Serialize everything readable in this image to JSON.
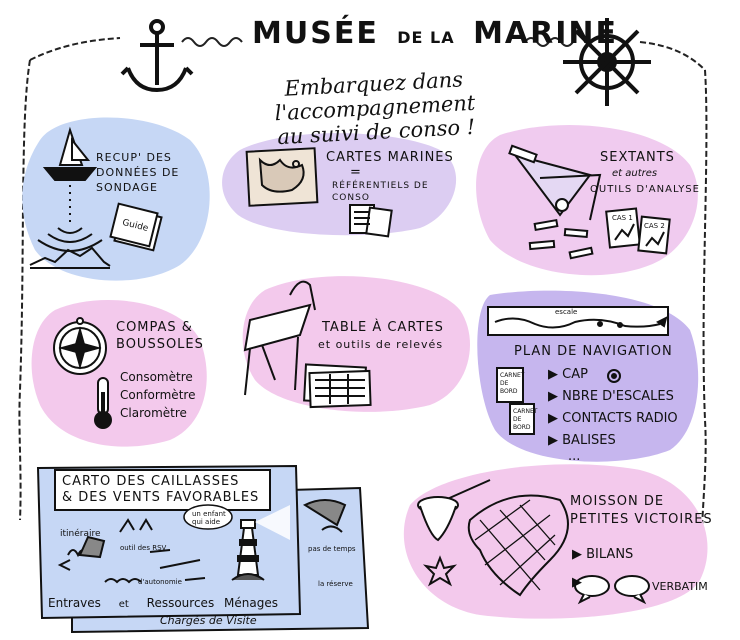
{
  "header": {
    "title_part1": "MUSÉE",
    "title_de": "DE LA",
    "title_part2": "MARINE",
    "subtitle_line1": "Embarquez dans l'accompagnement",
    "subtitle_line2": "au suivi de conso !"
  },
  "sections": {
    "sondage": {
      "label": "Recup' des données de sondage",
      "doc_label": "Guide"
    },
    "cartes": {
      "label1": "Cartes marines",
      "label2": "=",
      "label3": "Référentiels de conso"
    },
    "sextants": {
      "label1": "Sextants",
      "label2": "et autres",
      "label3": "outils d'analyse",
      "doc1": "Cas 1",
      "doc2": "Cas 2"
    },
    "compas": {
      "label1": "Compas &",
      "label2": "Boussoles",
      "items": [
        "Consomètre",
        "Conformètre",
        "Claromètre"
      ]
    },
    "table": {
      "label1": "Table à cartes",
      "label2": "et outils de relevés"
    },
    "plan": {
      "label": "Plan de navigation",
      "route_label": "escale",
      "carnet1": "Carnet de bord",
      "carnet2": "Carnet de bord",
      "items": [
        "Cap",
        "Nbre d'escales",
        "Contacts radio",
        "Balises",
        "..."
      ]
    },
    "carto": {
      "title_line1": "Carto des caillasses",
      "title_line2": "& des vents favorables",
      "itineraire": "itinéraire",
      "rsv": "outil des RSV",
      "enfant": "un enfant qui aide",
      "pas_temps": "pas de temps",
      "autonomie": "d'autonomie",
      "stock": "la réserve",
      "bottom1": "Entraves",
      "bottom2": "et",
      "bottom3": "Ressources",
      "bottom4": "Ménages",
      "bottom5": "Chargés de Visite"
    },
    "moisson": {
      "label1": "Moisson de",
      "label2": "petites victoires",
      "items": [
        "Bilans",
        "Verbatim"
      ]
    }
  },
  "colors": {
    "blue": "#c6d7f5",
    "pink": "#f3c9ec",
    "lavender": "#dccdf2",
    "purple": "#c6b6ee",
    "ink": "#111111"
  }
}
